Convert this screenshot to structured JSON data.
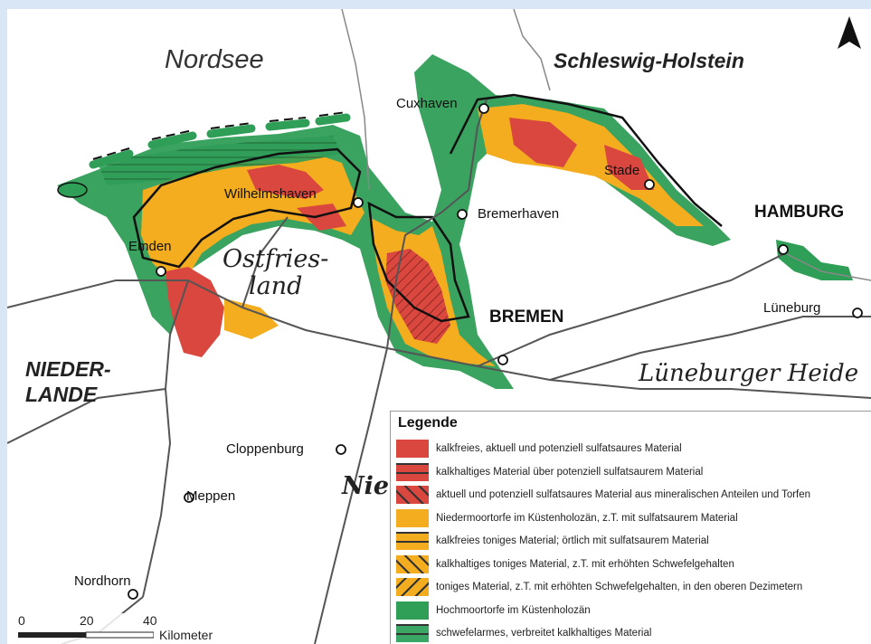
{
  "map": {
    "sea_label": "Nordsee",
    "state_label": "Schleswig-Holstein",
    "region_ostfriesland": "Ostfries-",
    "region_ostfriesland_2": "land",
    "region_lueneburger": "Lüneburger Heide",
    "country_line1": "NIEDER-",
    "country_line2": "LANDE",
    "region_niedersachsen_partial": "Nie",
    "cities": {
      "cuxhaven": "Cuxhaven",
      "wilhelmshaven": "Wilhelmshaven",
      "bremerhaven": "Bremerhaven",
      "stade": "Stade",
      "hamburg": "HAMBURG",
      "emden": "Emden",
      "bremen": "BREMEN",
      "lueneburg": "Lüneburg",
      "cloppenburg": "Cloppenburg",
      "meppen": "Meppen",
      "nordhorn": "Nordhorn"
    }
  },
  "legend": {
    "title": "Legende",
    "items": [
      {
        "label": "kalkfreies, aktuell und potenziell sulfatsaures Material",
        "color": "#d9473f",
        "pattern": "solid"
      },
      {
        "label": "kalkhaltiges Material über potenziell sulfatsaurem Material",
        "color": "#d9473f",
        "pattern": "hline"
      },
      {
        "label": "aktuell und potenziell sulfatsaures Material aus mineralischen Anteilen und Torfen",
        "color": "#d9473f",
        "pattern": "diag"
      },
      {
        "label": "Niedermoortorfe im Küstenholozän, z.T. mit sulfatsaurem Material",
        "color": "#f3ad1e",
        "pattern": "solid"
      },
      {
        "label": "kalkfreies toniges Material; örtlich mit sulfatsaurem Material",
        "color": "#f3ad1e",
        "pattern": "hline"
      },
      {
        "label": "kalkhaltiges toniges Material, z.T. mit erhöhten Schwefelgehalten",
        "color": "#f3ad1e",
        "pattern": "diag"
      },
      {
        "label": "toniges Material, z.T. mit erhöhten Schwefelgehalten, in den oberen Dezimetern",
        "color": "#f3ad1e",
        "pattern": "diag2"
      },
      {
        "label": "Hochmoortorfe im Küstenholozän",
        "color": "#2f9e57",
        "pattern": "solid"
      },
      {
        "label": "schwefelarmes, verbreitet kalkhaltiges Material",
        "color": "#3aa764",
        "pattern": "hline"
      }
    ]
  },
  "scale": {
    "ticks": [
      "0",
      "20",
      "40"
    ],
    "unit": "Kilometer"
  },
  "colors": {
    "red": "#d9473f",
    "orange": "#f3ad1e",
    "green": "#2f9e57"
  },
  "north_arrow": "north-arrow-icon"
}
